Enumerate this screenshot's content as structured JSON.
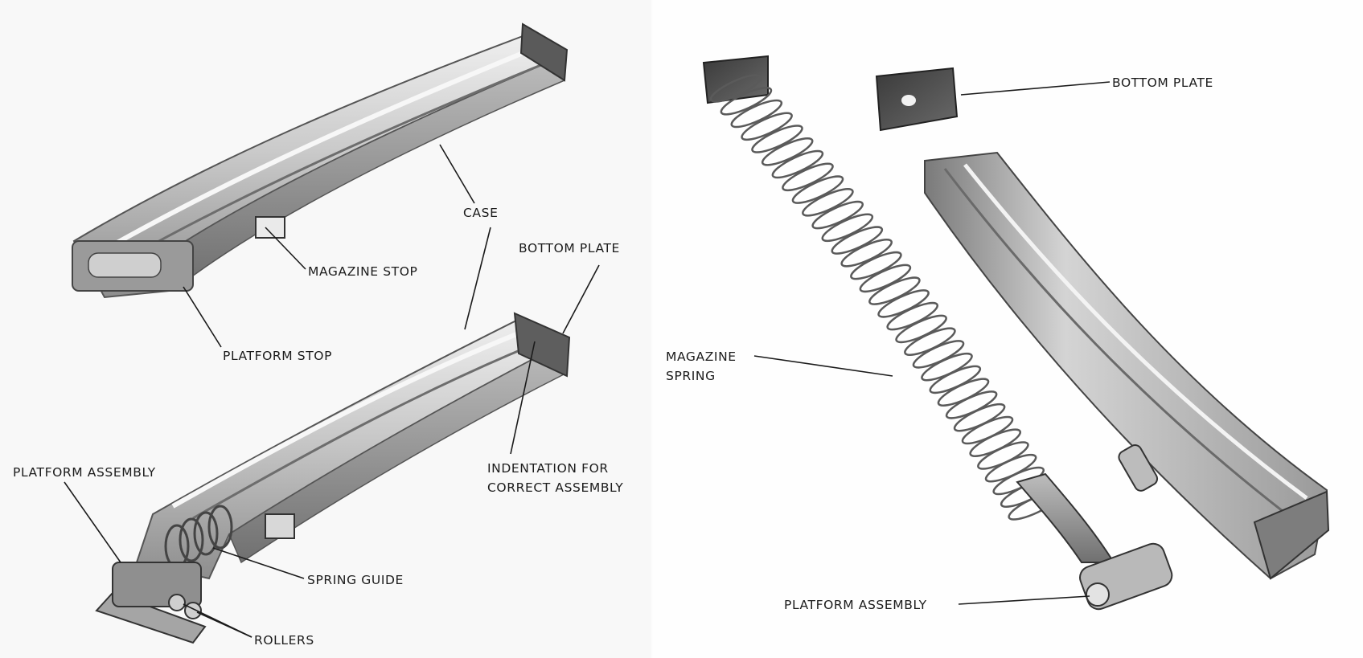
{
  "left_panel": {
    "labels": {
      "case": "CASE",
      "magazine_stop": "MAGAZINE STOP",
      "platform_stop": "PLATFORM STOP",
      "bottom_plate": "BOTTOM PLATE",
      "indentation_line1": "INDENTATION FOR",
      "indentation_line2": "CORRECT ASSEMBLY",
      "platform_assembly": "PLATFORM ASSEMBLY",
      "spring_guide": "SPRING GUIDE",
      "rollers": "ROLLERS"
    }
  },
  "right_panel": {
    "labels": {
      "bottom_plate": "BOTTOM PLATE",
      "magazine_spring_line1": "MAGAZINE",
      "magazine_spring_line2": "SPRING",
      "platform_assembly": "PLATFORM ASSEMBLY"
    }
  },
  "colors": {
    "metal_light": "#d9d9d9",
    "metal_mid": "#a9a9a9",
    "metal_dark": "#4a4a4a",
    "ink": "#1b1b1b"
  }
}
